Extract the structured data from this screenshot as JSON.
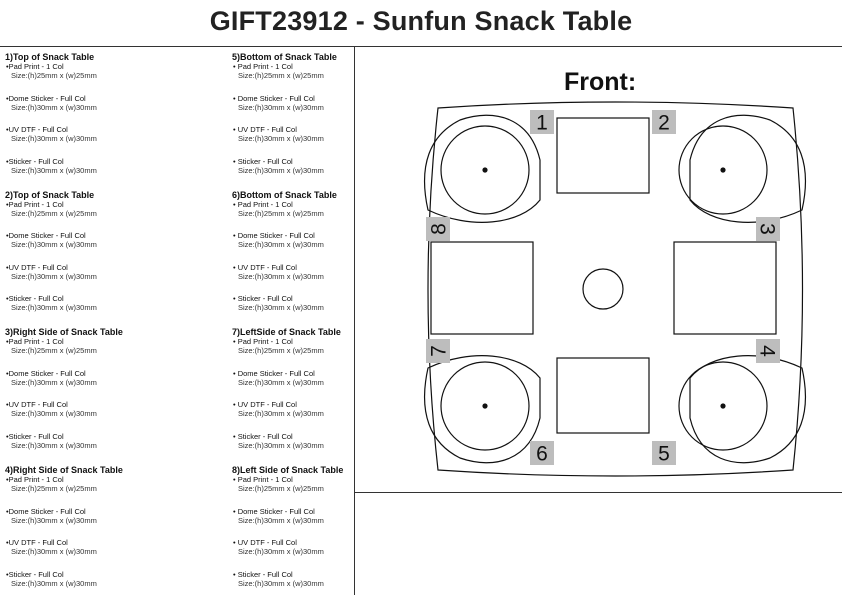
{
  "header": {
    "title": "GIFT23912 - Sunfun Snack Table"
  },
  "columns": [
    [
      {
        "title": "1)Top of Snack Table",
        "items": [
          {
            "name": "•Pad Print - 1 Col",
            "size": "Size:(h)25mm x (w)25mm"
          },
          {
            "name": "•Dome Sticker - Full Col",
            "size": "Size:(h)30mm x (w)30mm"
          },
          {
            "name": "•UV DTF - Full Col",
            "size": "Size:(h)30mm x (w)30mm"
          },
          {
            "name": "•Sticker - Full Col",
            "size": "Size:(h)30mm x (w)30mm"
          }
        ]
      },
      {
        "title": "2)Top of Snack Table",
        "items": [
          {
            "name": "•Pad Print - 1 Col",
            "size": "Size:(h)25mm x (w)25mm"
          },
          {
            "name": "•Dome Sticker - Full Col",
            "size": "Size:(h)30mm x (w)30mm"
          },
          {
            "name": "•UV DTF - Full Col",
            "size": "Size:(h)30mm x (w)30mm"
          },
          {
            "name": "•Sticker - Full Col",
            "size": "Size:(h)30mm x (w)30mm"
          }
        ]
      },
      {
        "title": "3)Right Side of Snack Table",
        "items": [
          {
            "name": "•Pad Print - 1 Col",
            "size": "Size:(h)25mm x (w)25mm"
          },
          {
            "name": "•Dome Sticker - Full Col",
            "size": "Size:(h)30mm x (w)30mm"
          },
          {
            "name": "•UV DTF - Full Col",
            "size": "Size:(h)30mm x (w)30mm"
          },
          {
            "name": "•Sticker - Full Col",
            "size": "Size:(h)30mm x (w)30mm"
          }
        ]
      },
      {
        "title": "4)Right Side of Snack Table",
        "items": [
          {
            "name": "•Pad Print - 1 Col",
            "size": "Size:(h)25mm x (w)25mm"
          },
          {
            "name": "•Dome Sticker - Full Col",
            "size": "Size:(h)30mm x (w)30mm"
          },
          {
            "name": "•UV DTF - Full Col",
            "size": "Size:(h)30mm x (w)30mm"
          },
          {
            "name": "•Sticker - Full Col",
            "size": "Size:(h)30mm x (w)30mm"
          }
        ]
      }
    ],
    [
      {
        "title": "5)Bottom of Snack Table",
        "items": [
          {
            "name": "• Pad Print - 1 Col",
            "size": "Size:(h)25mm x (w)25mm"
          },
          {
            "name": "• Dome Sticker - Full Col",
            "size": "Size:(h)30mm x (w)30mm"
          },
          {
            "name": "• UV DTF - Full Col",
            "size": "Size:(h)30mm x (w)30mm"
          },
          {
            "name": "• Sticker - Full Col",
            "size": "Size:(h)30mm x (w)30mm"
          }
        ]
      },
      {
        "title": "6)Bottom of Snack Table",
        "items": [
          {
            "name": "• Pad Print - 1 Col",
            "size": "Size:(h)25mm x (w)25mm"
          },
          {
            "name": "• Dome Sticker - Full Col",
            "size": "Size:(h)30mm x (w)30mm"
          },
          {
            "name": "• UV DTF - Full Col",
            "size": "Size:(h)30mm x (w)30mm"
          },
          {
            "name": "• Sticker - Full Col",
            "size": "Size:(h)30mm x (w)30mm"
          }
        ]
      },
      {
        "title": "7)LeftSide of Snack Table",
        "items": [
          {
            "name": "• Pad Print - 1 Col",
            "size": "Size:(h)25mm x (w)25mm"
          },
          {
            "name": "• Dome Sticker - Full Col",
            "size": "Size:(h)30mm x (w)30mm"
          },
          {
            "name": "• UV DTF - Full Col",
            "size": "Size:(h)30mm x (w)30mm"
          },
          {
            "name": "• Sticker - Full Col",
            "size": "Size:(h)30mm x (w)30mm"
          }
        ]
      },
      {
        "title": "8)Left Side of Snack Table",
        "items": [
          {
            "name": "• Pad Print - 1 Col",
            "size": "Size:(h)25mm x (w)25mm"
          },
          {
            "name": "• Dome Sticker - Full Col",
            "size": "Size:(h)30mm x (w)30mm"
          },
          {
            "name": "• UV DTF - Full Col",
            "size": "Size:(h)30mm x (w)30mm"
          },
          {
            "name": "• Sticker - Full Col",
            "size": "Size:(h)30mm x (w)30mm"
          }
        ]
      }
    ]
  ],
  "diagram": {
    "label": "Front:",
    "positions": [
      "1",
      "2",
      "3",
      "4",
      "5",
      "6",
      "7",
      "8"
    ],
    "label_bg_color": "#bdbdbd"
  }
}
